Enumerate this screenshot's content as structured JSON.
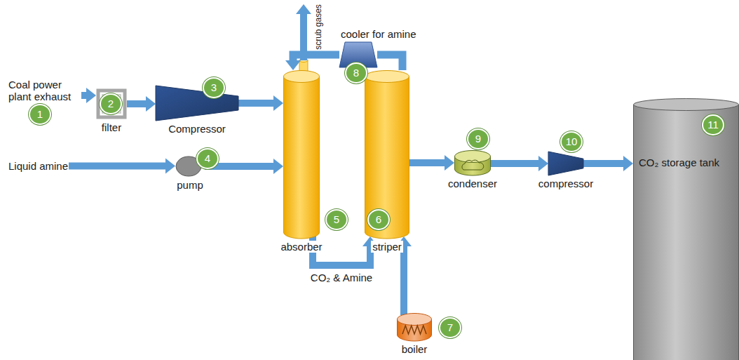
{
  "diagram": {
    "nodes": [
      {
        "text": [
          "Coal power plant exhaust"
        ]
      },
      {
        "text": [
          "filter"
        ]
      },
      {
        "text": [
          "Compressor"
        ]
      },
      {
        "text": [
          "Liquid amine"
        ]
      },
      {
        "text": [
          "pump"
        ]
      },
      {
        "text": [
          "scrub gases"
        ]
      },
      {
        "text": [
          "cooler for amine"
        ]
      },
      {
        "text": [
          "absorber"
        ]
      },
      {
        "text": [
          "striper"
        ]
      },
      {
        "text": [
          "condenser"
        ]
      },
      {
        "text": [
          "compressor"
        ]
      },
      {
        "text": [
          "CO₂ storage tank"
        ]
      },
      {
        "text": [
          "boiler"
        ]
      }
    ],
    "edges": [
      {
        "from": 0,
        "to": 1,
        "arrow": "to"
      },
      {
        "from": 1,
        "to": 2,
        "arrow": "to"
      },
      {
        "from": 2,
        "to": 7,
        "arrow": "to"
      },
      {
        "from": 3,
        "to": 4,
        "arrow": "to"
      },
      {
        "from": 4,
        "to": 7,
        "arrow": "to"
      },
      {
        "from": 7,
        "to": 5,
        "arrow": "to"
      },
      {
        "from": 8,
        "to": 6,
        "arrow": "none"
      },
      {
        "from": 6,
        "to": 7,
        "arrow": "to"
      },
      {
        "from": 7,
        "to": 8,
        "label": "CO₂ & Amine",
        "arrow": "to"
      },
      {
        "from": 12,
        "to": 8,
        "arrow": "to"
      },
      {
        "from": 8,
        "to": 9,
        "arrow": "to"
      },
      {
        "from": 9,
        "to": 10,
        "arrow": "to"
      },
      {
        "from": 10,
        "to": 11,
        "arrow": "to"
      }
    ],
    "labels": [
      "1",
      "2",
      "3",
      "4",
      "5",
      "6",
      "7",
      "8",
      "9",
      "10",
      "11"
    ]
  }
}
